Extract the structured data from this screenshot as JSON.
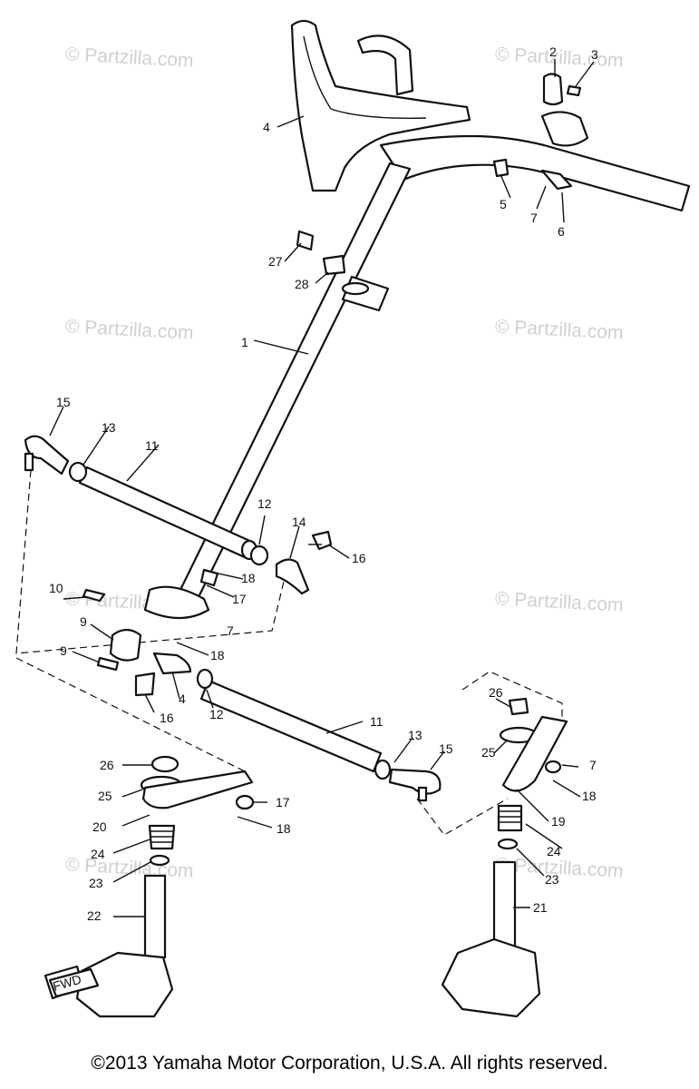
{
  "watermark": "© Partzilla.com",
  "copyright": "©2013 Yamaha Motor Corporation, U.S.A. All rights reserved.",
  "fwd_label": "FWD",
  "callouts": {
    "n1": "1",
    "n2": "2",
    "n3": "3",
    "n4": "4",
    "n4b": "4",
    "n5": "5",
    "n6": "6",
    "n7": "7",
    "n7b": "7",
    "n7c": "7",
    "n9": "9",
    "n9b": "9",
    "n10": "10",
    "n11": "11",
    "n11b": "11",
    "n12": "12",
    "n12b": "12",
    "n13": "13",
    "n13b": "13",
    "n14": "14",
    "n15": "15",
    "n15b": "15",
    "n16": "16",
    "n16b": "16",
    "n17": "17",
    "n17b": "17",
    "n18": "18",
    "n18b": "18",
    "n18c": "18",
    "n18d": "18",
    "n19": "19",
    "n20": "20",
    "n21": "21",
    "n22": "22",
    "n23": "23",
    "n23b": "23",
    "n24": "24",
    "n24b": "24",
    "n25": "25",
    "n25b": "25",
    "n26": "26",
    "n26b": "26",
    "n27": "27",
    "n28": "28"
  }
}
